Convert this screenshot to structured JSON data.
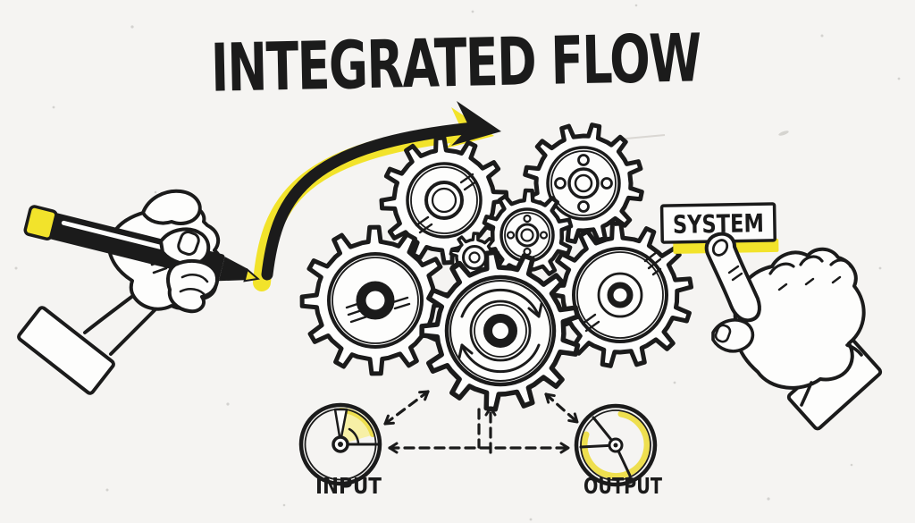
{
  "title": "INTEGRATED FLOW",
  "system_label": "SYSTEM",
  "gauges": {
    "input_label": "INPUT",
    "output_label": "OUTPUT"
  },
  "colors": {
    "background": "#f5f4f2",
    "ink": "#1b1b1b",
    "highlight_yellow": "#f2e32b",
    "pale_yellow": "#f7f0a6",
    "pale_edge": "#eedf4f"
  },
  "icons": {
    "curved_arrow": "curved-arrow-icon",
    "hand_marker": "hand-holding-marker-icon",
    "marker_pen": "marker-pen-icon",
    "gear_cluster": "gear-cluster-icon",
    "pointing_hand": "pointing-hand-icon",
    "input_gauge": "input-gauge-icon",
    "output_gauge": "output-gauge-icon",
    "rotation_arrows": "rotation-arrows-icon",
    "dashed_flow_arrows": "dashed-arrow-icon"
  }
}
